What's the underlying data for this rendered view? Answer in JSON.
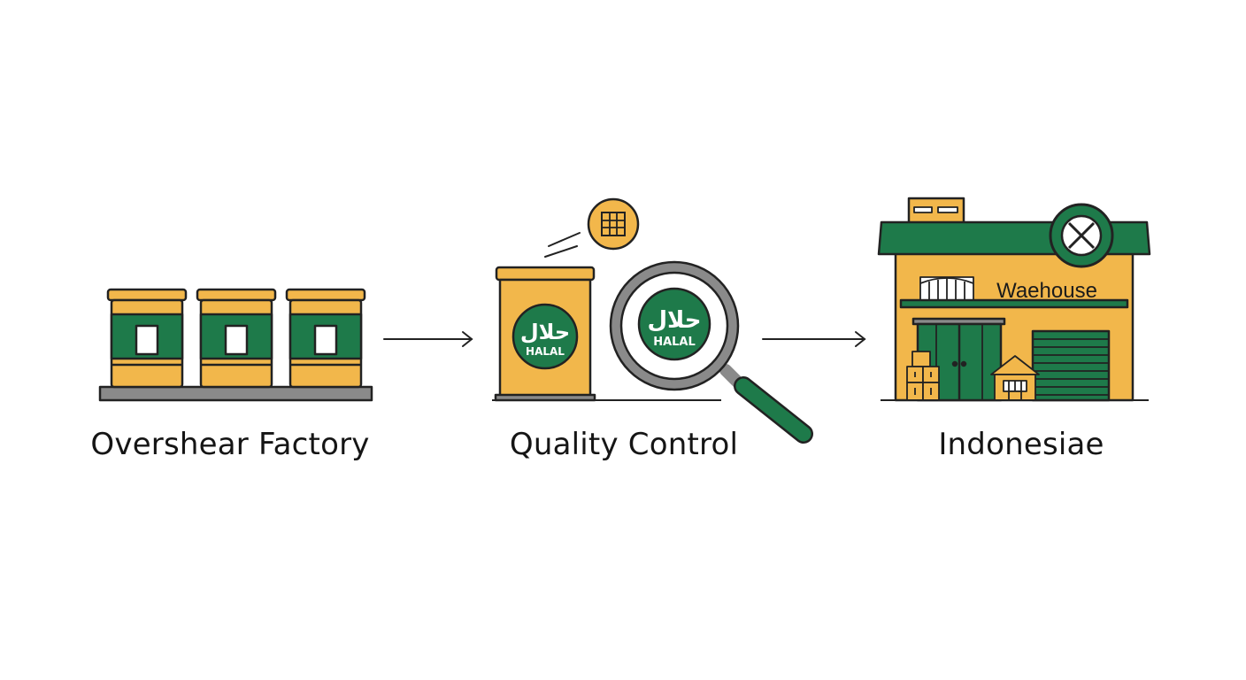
{
  "colors": {
    "yellow": "#F2B74B",
    "green": "#1E7A4A",
    "outline": "#222222",
    "gray": "#8A8A8A",
    "background": "#FFFFFF"
  },
  "steps": [
    {
      "label": "Overshear Factory",
      "icon": "factory-drums-icon"
    },
    {
      "label": "Quality Control",
      "icon": "halal-inspection-icon"
    },
    {
      "label": "Indonesiae",
      "icon": "warehouse-icon"
    }
  ],
  "quality_control": {
    "drum_badge_arabic": "حلال",
    "drum_badge_latin": "HALAL",
    "lens_badge_arabic": "حلال",
    "lens_badge_latin": "HALAL"
  },
  "warehouse": {
    "sign_text": "Waehouse"
  },
  "connectors": [
    "arrow-right-icon",
    "arrow-right-icon"
  ]
}
